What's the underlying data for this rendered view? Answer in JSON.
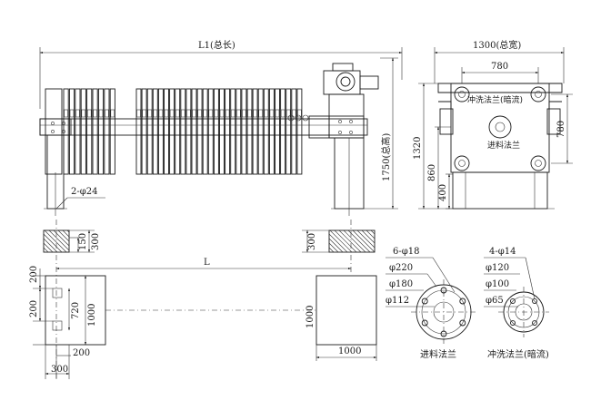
{
  "labels": {
    "total_length": "L1(总长)",
    "total_width": "1300(总宽)",
    "width_780_top": "780",
    "height_780_side": "780",
    "total_height": "1750(总高)",
    "height_1320": "1320",
    "height_860": "860",
    "height_400": "400",
    "bolt_holes": "2-φ24",
    "dim_150": "150",
    "dim_300_left": "300",
    "dim_300_right": "300",
    "length_L": "L",
    "dim_200_top": "200",
    "dim_720": "720",
    "dim_200_mid": "200",
    "dim_1000_left": "1000",
    "dim_200_bottom": "200",
    "dim_300_bottom": "300",
    "dim_1000_right": "1000",
    "dim_1000_bottom": "1000",
    "flush_flange_label": "冲洗法兰(暗流)",
    "feed_flange_label": "进料法兰",
    "feed_holes": "6-φ18",
    "feed_d220": "φ220",
    "feed_d180": "φ180",
    "feed_d112": "φ112",
    "feed_flange_title": "进料法兰",
    "flush_holes": "4-φ14",
    "flush_d120": "φ120",
    "flush_d100": "φ100",
    "flush_d65": "φ65",
    "flush_flange_title": "冲洗法兰(暗流)"
  }
}
